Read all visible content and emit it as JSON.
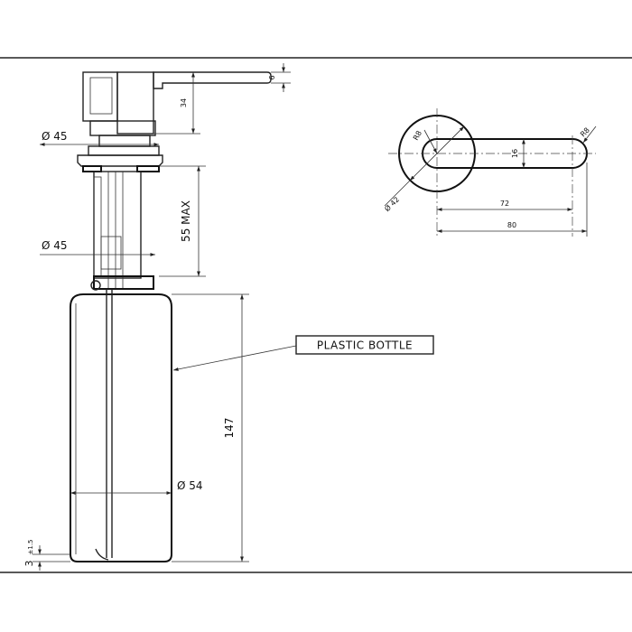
{
  "drawing": {
    "callout_label": "PLASTIC BOTTLE",
    "dims": {
      "d45_top": "Ø 45",
      "d45_mid": "Ø 45",
      "d54": "Ø 54",
      "h55": "55 MAX",
      "h34": "34",
      "h6": "6",
      "h147": "147",
      "h3": "3",
      "tol": "±1.5",
      "r8_left": "R8",
      "r8_right": "R8",
      "w16": "16",
      "d42": "Ø 42",
      "l72": "72",
      "l80": "80"
    }
  }
}
